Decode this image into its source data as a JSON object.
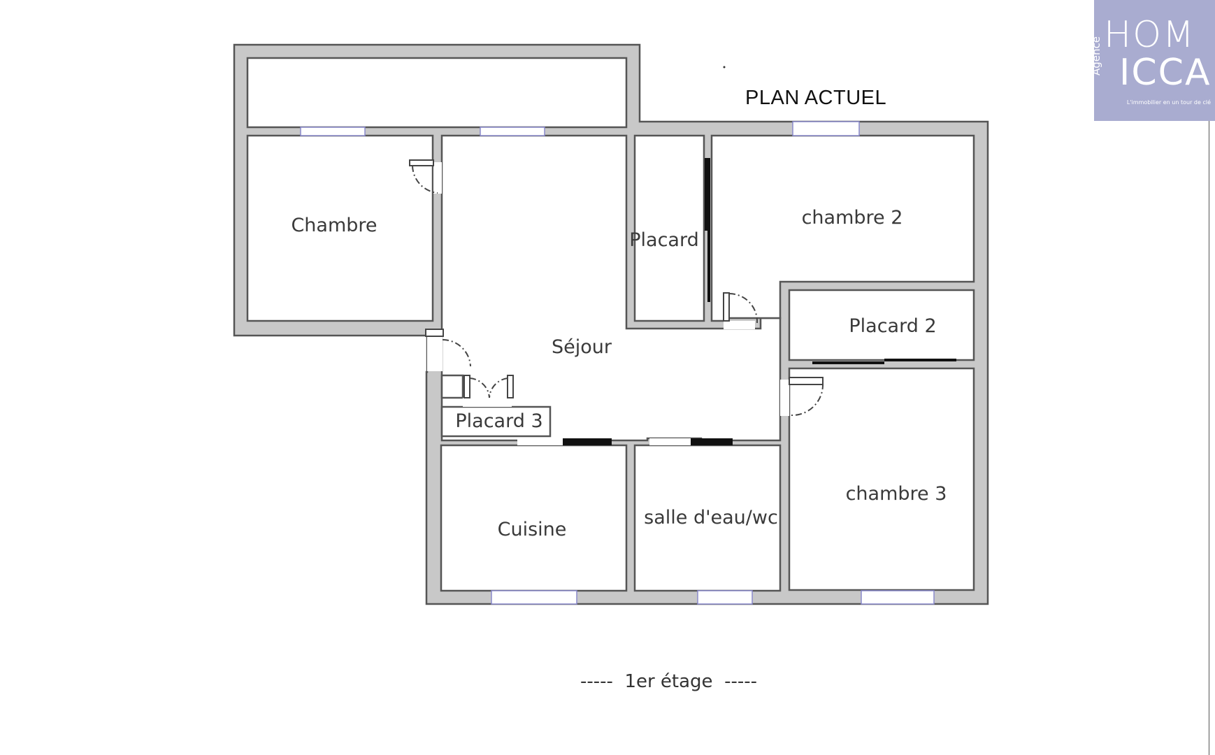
{
  "title": "PLAN ACTUEL",
  "floor_label": "-----  1er étage  -----",
  "rooms": {
    "chambre": "Chambre",
    "placard": "Placard",
    "chambre_2": "chambre 2",
    "sejour": "Séjour",
    "placard_2": "Placard 2",
    "placard_3": "Placard 3",
    "cuisine": "Cuisine",
    "salle_eau": "salle d'eau/wc",
    "chambre_3": "chambre 3"
  },
  "logo": {
    "line1": "HOM",
    "line2": "ICCA",
    "vertical": "Agence",
    "tagline": "L'immobilier en un tour de clé"
  },
  "colors": {
    "wall": "#c8c8c8",
    "window": "#8a8acc",
    "logo_bg": "#a9acd0"
  }
}
